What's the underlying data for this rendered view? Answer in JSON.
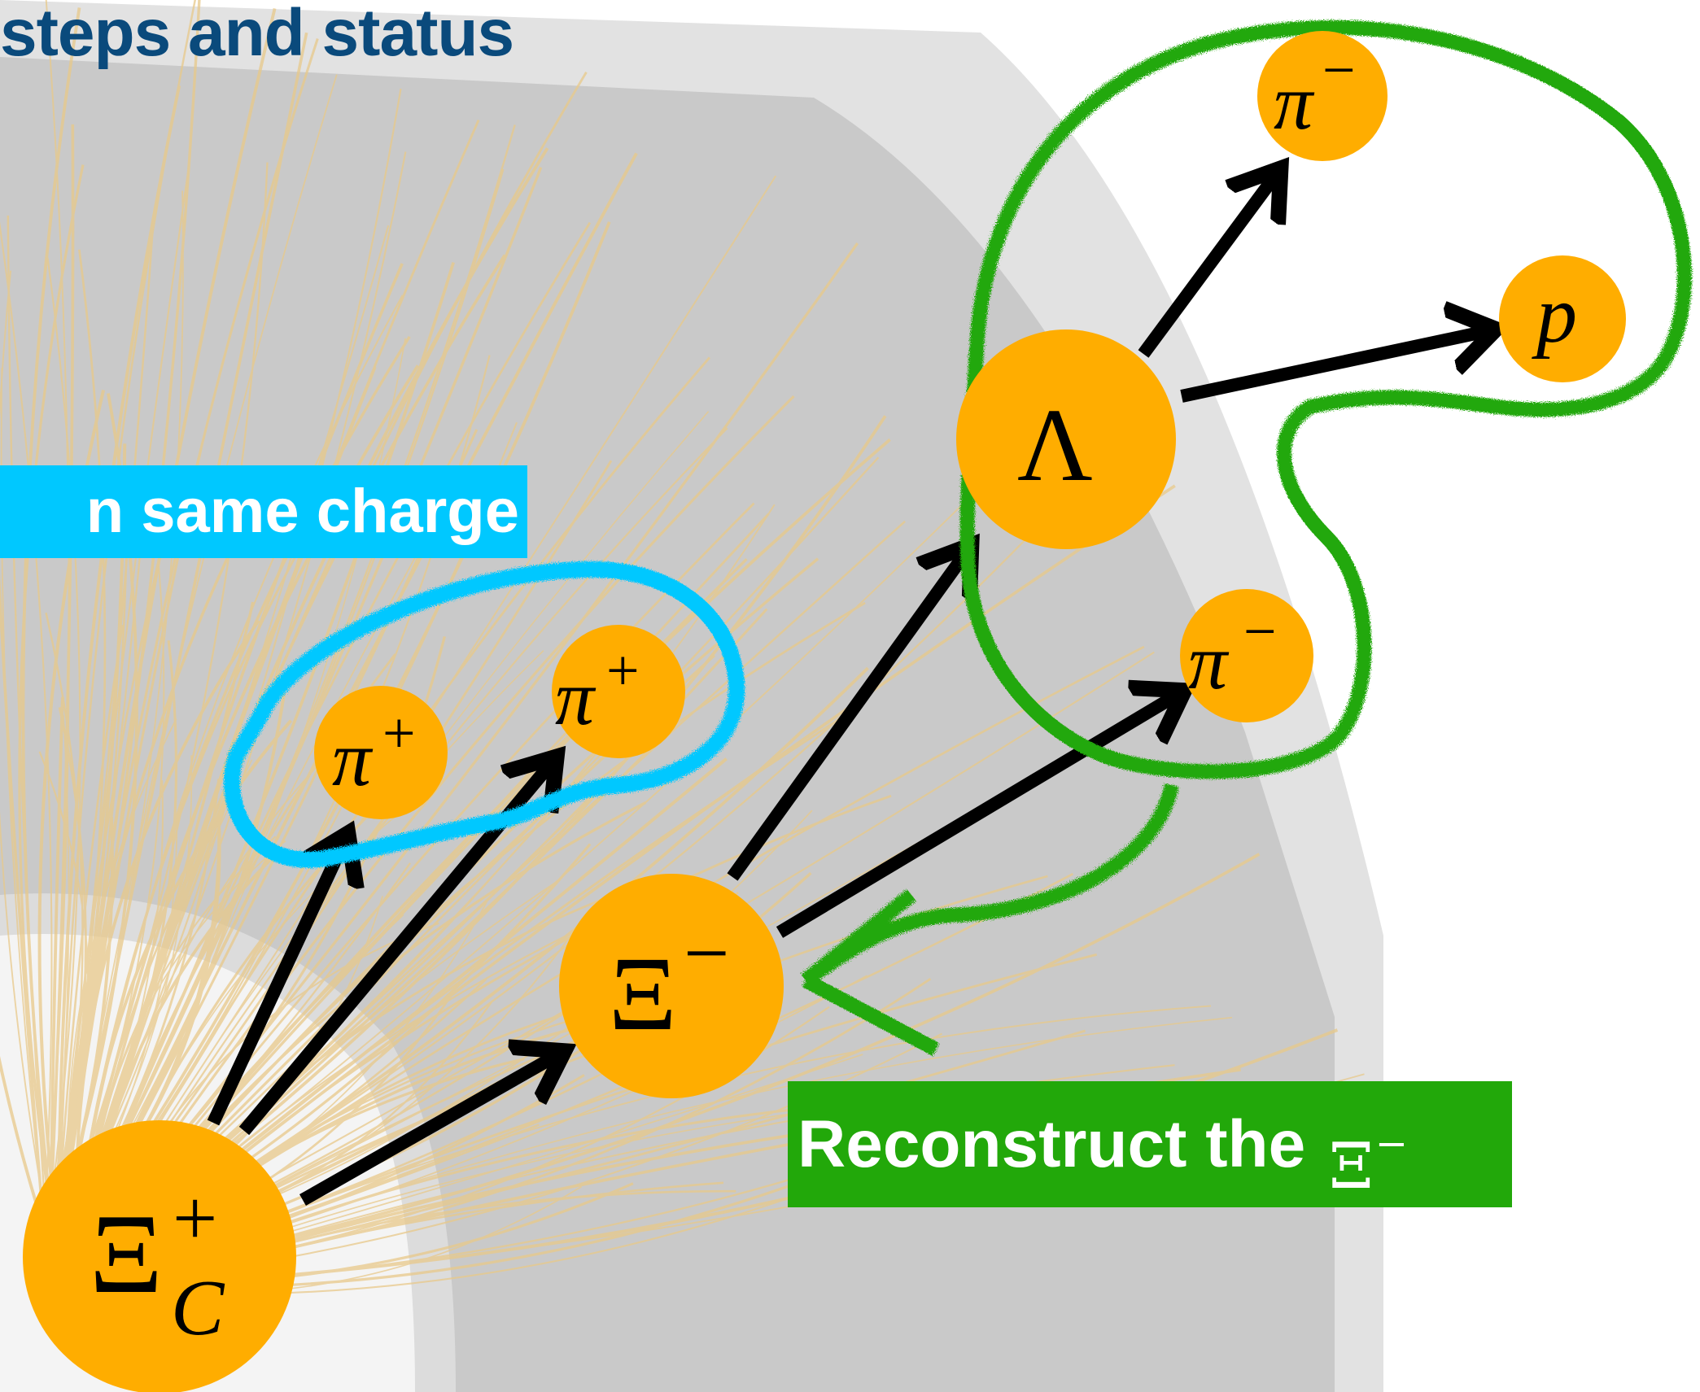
{
  "title": "steps and status",
  "labels": {
    "same_charge": "n same charge",
    "reconstruct_prefix": "Reconstruct the",
    "reconstruct_symbol": "Ξ",
    "reconstruct_sup": "−"
  },
  "particles": {
    "xi_c": {
      "symbol": "Ξ",
      "sup": "+",
      "sub": "C"
    },
    "pi_plus_1": {
      "symbol": "π",
      "sup": "+"
    },
    "pi_plus_2": {
      "symbol": "π",
      "sup": "+"
    },
    "xi_minus": {
      "symbol": "Ξ",
      "sup": "−"
    },
    "lambda": {
      "symbol": "Λ"
    },
    "pi_minus_lambda": {
      "symbol": "π",
      "sup": "−"
    },
    "proton": {
      "symbol": "p"
    },
    "pi_minus_xi": {
      "symbol": "π",
      "sup": "−"
    }
  },
  "colors": {
    "particle_fill": "#ffad00",
    "arrow": "#000000",
    "title": "#0a4a7c",
    "cyan_highlight": "#00c8ff",
    "green_highlight": "#22a80a",
    "green_label_bg": "#22a80a",
    "detector_gray": "#c9c9c9",
    "track_color": "#e8c98a"
  }
}
